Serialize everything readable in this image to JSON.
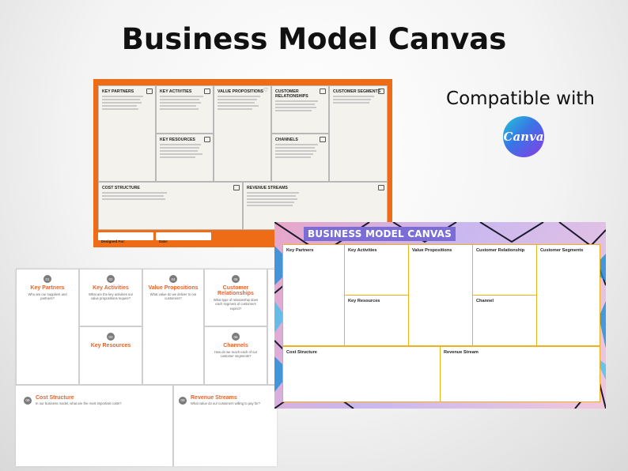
{
  "headline": "Business Model Canvas",
  "compatible": {
    "text": "Compatible with",
    "logo_text": "Canva",
    "logo_colors": [
      "#1fc8d8",
      "#3a74e5",
      "#8b3ae8"
    ]
  },
  "orange_canvas": {
    "frame_color": "#ee6c15",
    "blocks": {
      "key_partners": "KEY PARTNERS",
      "key_activities": "KEY ACTIVITIES",
      "value_propositions": "VALUE PROPOSITIONS",
      "customer_relationships": "CUSTOMER RELATIONSHIPS",
      "customer_segments": "CUSTOMER SEGMENTS",
      "key_resources": "KEY RESOURCES",
      "channels": "CHANNELS",
      "cost_structure": "COST STRUCTURE",
      "revenue_streams": "REVENUE STREAMS"
    },
    "designed_for": "Designed For:",
    "date": "Date:"
  },
  "white_canvas": {
    "accent": "#e9632a",
    "blocks": [
      {
        "num": "01",
        "title": "Key Partners",
        "desc": "Who are our suppliers and partners?"
      },
      {
        "num": "02",
        "title": "Key Activities",
        "desc": "What are the key activities our value propositions require?"
      },
      {
        "num": "04",
        "title": "Value Propositions",
        "desc": "What value do we deliver to our customers?"
      },
      {
        "num": "05",
        "title": "Customer Relationships",
        "desc": "What type of relationship does each segment of customers expect?"
      },
      {
        "num": "03",
        "title": "Key Resources",
        "desc": ""
      },
      {
        "num": "06",
        "title": "Channels",
        "desc": "How do we reach each of our customer segments?"
      },
      {
        "num": "08",
        "title": "Cost Structure",
        "desc": "In our business model, what are the most important costs?"
      },
      {
        "num": "09",
        "title": "Revenue Streams",
        "desc": "What value do our customers willing to pay for?"
      }
    ]
  },
  "purple_canvas": {
    "banner": "BUSINESS MODEL CANVAS",
    "border_color": "#f0b21c",
    "blocks": {
      "key_partners": "Key Partners",
      "key_activities": "Key Activities",
      "value_propositions": "Value Propositions",
      "customer_relationship": "Customer Relationship",
      "customer_segments": "Customer Segments",
      "key_resources": "Key Resources",
      "channel": "Channel",
      "cost_structure": "Cost Structure",
      "revenue_stream": "Revenue Stream"
    }
  }
}
